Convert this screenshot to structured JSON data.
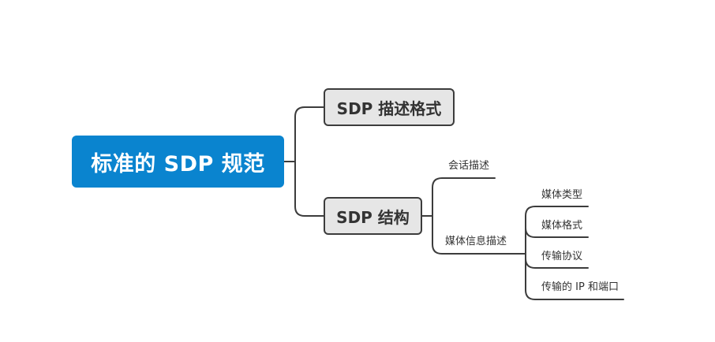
{
  "root": {
    "label": "标准的 SDP 规范"
  },
  "branches": [
    {
      "label": "SDP 描述格式"
    },
    {
      "label": "SDP 结构",
      "children": [
        {
          "label": "会话描述"
        },
        {
          "label": "媒体信息描述",
          "children": [
            {
              "label": "媒体类型"
            },
            {
              "label": "媒体格式"
            },
            {
              "label": "传输协议"
            },
            {
              "label": "传输的 IP 和端口"
            }
          ]
        }
      ]
    }
  ],
  "colors": {
    "root_fill": "#0a84cf",
    "branch_fill": "#e6e6e6",
    "line": "#3c3c3c"
  }
}
